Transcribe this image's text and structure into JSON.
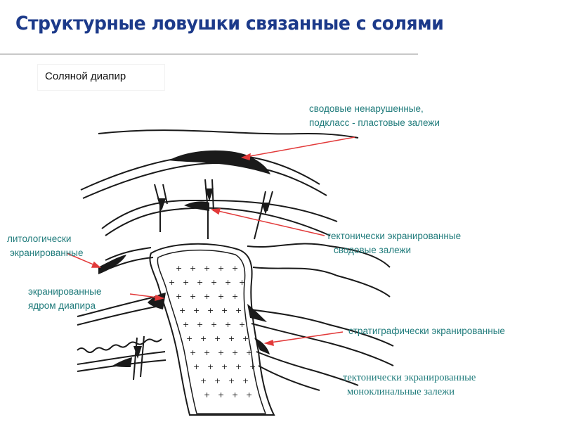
{
  "title": "Структурные ловушки связанные с солями",
  "badge": "Соляной диапир",
  "labels": {
    "arch_undisturbed": [
      "сводовые ненарушенные,",
      "подкласс - пластовые залежи"
    ],
    "tectonic_arch": [
      "тектонически экранированные",
      "сводовые залежи"
    ],
    "lithologic": [
      "литологически",
      "экранированные"
    ],
    "core_screened": [
      "экранированные",
      "ядром диапира"
    ],
    "stratigraphic": [
      "стратиграфически экранированные"
    ],
    "tectonic_monocline": [
      "тектонически экранированные",
      "моноклинальные залежи"
    ]
  },
  "colors": {
    "title": "#1c3a8a",
    "label": "#1f7b7b",
    "arrow": "#e23a3a",
    "ink": "#1a1a1a"
  }
}
